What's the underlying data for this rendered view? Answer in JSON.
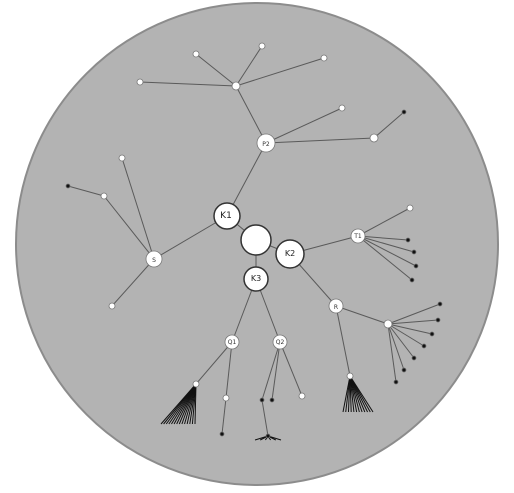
{
  "view": {
    "kind": "hyperbolic tree browser",
    "background_color": "#b3b3b3",
    "disc_border_color": "#8c8c8c",
    "page_color": "#ffffff",
    "edge_color": "#5a5a5a",
    "node_fill": "#ffffff",
    "focus_node_stroke": "#333333",
    "far_node_color": "#111111"
  },
  "focus_cluster": {
    "nodes": [
      {
        "id": "n_left_focus",
        "label": "K1"
      },
      {
        "id": "n_center",
        "label": ""
      },
      {
        "id": "n_right_focus",
        "label": "K2"
      },
      {
        "id": "n_down_focus",
        "label": "K3"
      }
    ]
  },
  "mid_nodes": [
    {
      "id": "n_top_hub",
      "label": "P2"
    },
    {
      "id": "n_left_hub",
      "label": "S"
    },
    {
      "id": "n_right_hub",
      "label": "T1"
    },
    {
      "id": "n_lower_right",
      "label": "R"
    },
    {
      "id": "n_down_a",
      "label": "Q1"
    },
    {
      "id": "n_down_b",
      "label": "Q2"
    }
  ]
}
